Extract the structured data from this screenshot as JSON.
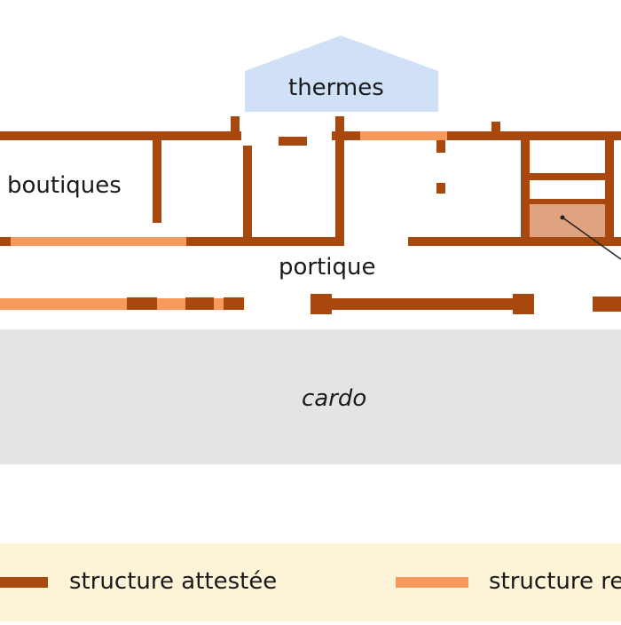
{
  "labels": {
    "thermes": "thermes",
    "boutiques": "boutiques",
    "portique": "portique",
    "cardo": "cardo"
  },
  "legend": {
    "attested_label": "structure attestée",
    "restored_label": "structure re"
  },
  "colors": {
    "attested": "#a8470e",
    "restored": "#f7995a",
    "thermes_fill": "#cfe0f7",
    "cardo_fill": "#e4e4e4",
    "room_fill": "#dfa37f",
    "legend_bg": "#fdf3d6"
  }
}
